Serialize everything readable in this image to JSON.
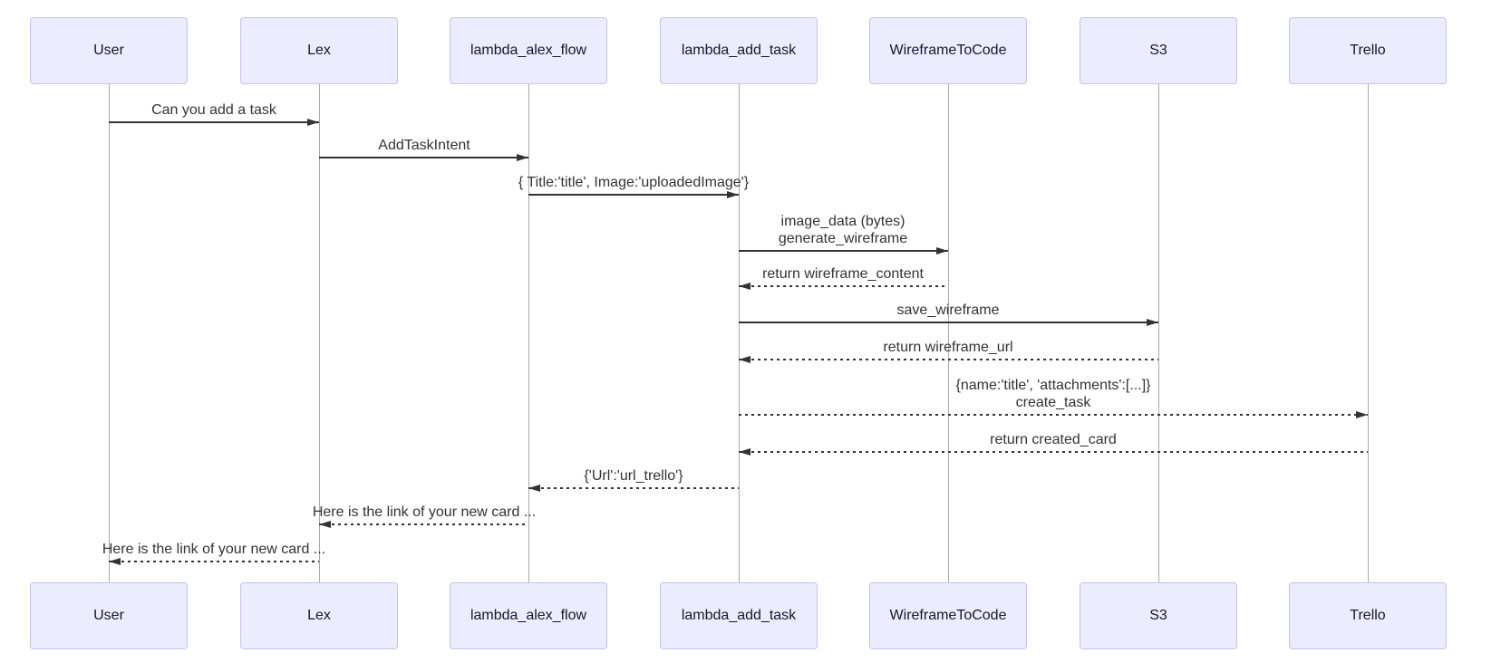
{
  "diagram_type": "sequence-diagram",
  "actors": [
    "User",
    "Lex",
    "lambda_alex_flow",
    "lambda_add_task",
    "WireframeToCode",
    "S3",
    "Trello"
  ],
  "messages": [
    {
      "from": "User",
      "to": "Lex",
      "style": "solid",
      "lines": [
        "Can you add a task"
      ]
    },
    {
      "from": "Lex",
      "to": "lambda_alex_flow",
      "style": "solid",
      "lines": [
        "AddTaskIntent"
      ]
    },
    {
      "from": "lambda_alex_flow",
      "to": "lambda_add_task",
      "style": "solid",
      "lines": [
        "{ Title:'title', Image:'uploadedImage'}"
      ]
    },
    {
      "from": "lambda_add_task",
      "to": "WireframeToCode",
      "style": "solid",
      "lines": [
        "image_data (bytes)",
        "generate_wireframe"
      ]
    },
    {
      "from": "WireframeToCode",
      "to": "lambda_add_task",
      "style": "dashed",
      "lines": [
        "return wireframe_content"
      ]
    },
    {
      "from": "lambda_add_task",
      "to": "S3",
      "style": "solid",
      "lines": [
        "save_wireframe"
      ]
    },
    {
      "from": "S3",
      "to": "lambda_add_task",
      "style": "dashed",
      "lines": [
        "return wireframe_url"
      ]
    },
    {
      "from": "lambda_add_task",
      "to": "Trello",
      "style": "dashed",
      "lines": [
        "{name:'title', 'attachments':[...]}",
        "create_task"
      ]
    },
    {
      "from": "Trello",
      "to": "lambda_add_task",
      "style": "dashed",
      "lines": [
        "return created_card"
      ]
    },
    {
      "from": "lambda_add_task",
      "to": "lambda_alex_flow",
      "style": "dashed",
      "lines": [
        "{'Url':'url_trello'}"
      ]
    },
    {
      "from": "lambda_alex_flow",
      "to": "Lex",
      "style": "dashed",
      "lines": [
        "Here is the link of your new card ..."
      ]
    },
    {
      "from": "Lex",
      "to": "User",
      "style": "dashed",
      "lines": [
        "Here is the link of your new card ..."
      ]
    }
  ],
  "colors": {
    "actor_fill": "#ECECFF",
    "actor_border": "#C3C3EA",
    "message_line": "#333333",
    "message_text": "#333333",
    "lifeline": "#A9A9B5",
    "background": "#FFFFFF"
  }
}
